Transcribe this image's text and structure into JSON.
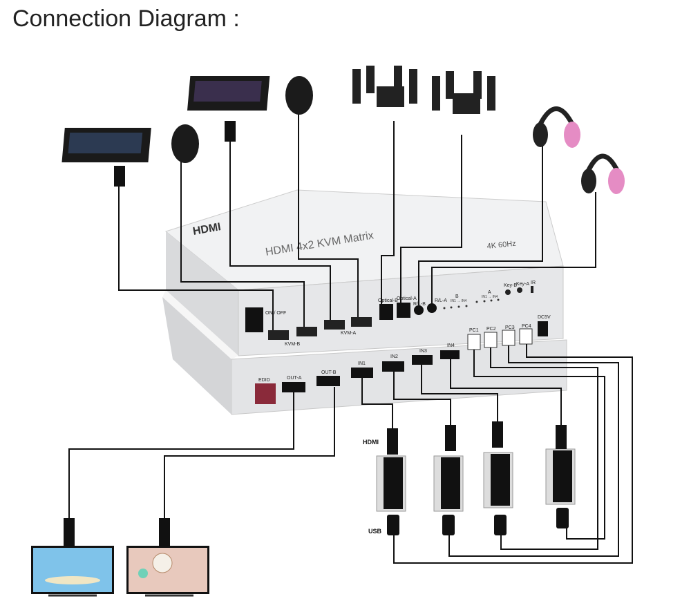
{
  "title": "Connection Diagram :",
  "device": {
    "logo": "HDMI",
    "name": "HDMI 4x2 KVM Matrix",
    "resolution": "4K 60Hz",
    "power_label": "ON / OFF",
    "kvm_b": "KVM-B",
    "kvm_a": "KVM-A",
    "optical_b": "Optical-B",
    "optical_a": "Optical-A",
    "rl_b": "R/L-B",
    "rl_a": "R/L-A",
    "led_b": "B",
    "led_a": "A",
    "led_range": "IN1 → IN4",
    "key_b": "Key-B",
    "key_a": "Key-A",
    "ir": "IR",
    "pc_ports": [
      "PC1",
      "PC2",
      "PC3",
      "PC4"
    ],
    "dc": "DC5V",
    "edid": "EDID",
    "out_a": "OUT-A",
    "out_b": "OUT-B",
    "inputs": [
      "IN1",
      "IN2",
      "IN3",
      "IN4"
    ]
  },
  "labels": {
    "hdmi": "HDMI",
    "usb": "USB",
    "usb_plug": "USB"
  },
  "colors": {
    "device_body": "#e9eaec",
    "cable": "#111111",
    "headphone_accent": "#e58cc4"
  }
}
